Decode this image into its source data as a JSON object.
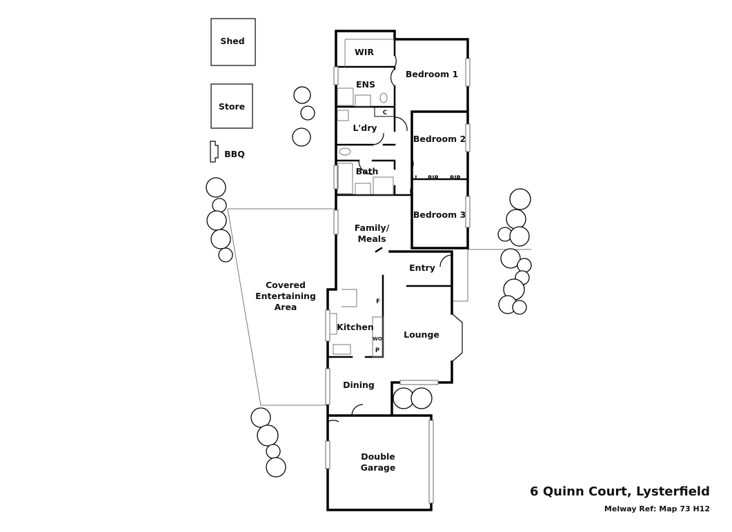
{
  "plan": {
    "address": "6 Quinn Court, Lysterfield",
    "reference": "Melway Ref: Map 73 H12",
    "rooms": {
      "shed": "Shed",
      "store": "Store",
      "bbq": "BBQ",
      "wir": "WIR",
      "ens": "ENS",
      "c": "C",
      "bedroom1": "Bedroom 1",
      "laundry": "L'dry",
      "bedroom2": "Bedroom 2",
      "bath": "Bath",
      "linen": "L",
      "bir1": "BIR",
      "bir2": "BIR",
      "bedroom3": "Bedroom 3",
      "family_line1": "Family/",
      "family_line2": "Meals",
      "entry": "Entry",
      "covered_line1": "Covered",
      "covered_line2": "Entertaining",
      "covered_line3": "Area",
      "kitchen": "Kitchen",
      "fridge": "F",
      "wo": "WO",
      "pantry": "P",
      "lounge": "Lounge",
      "dining": "Dining",
      "garage_line1": "Double",
      "garage_line2": "Garage"
    }
  }
}
